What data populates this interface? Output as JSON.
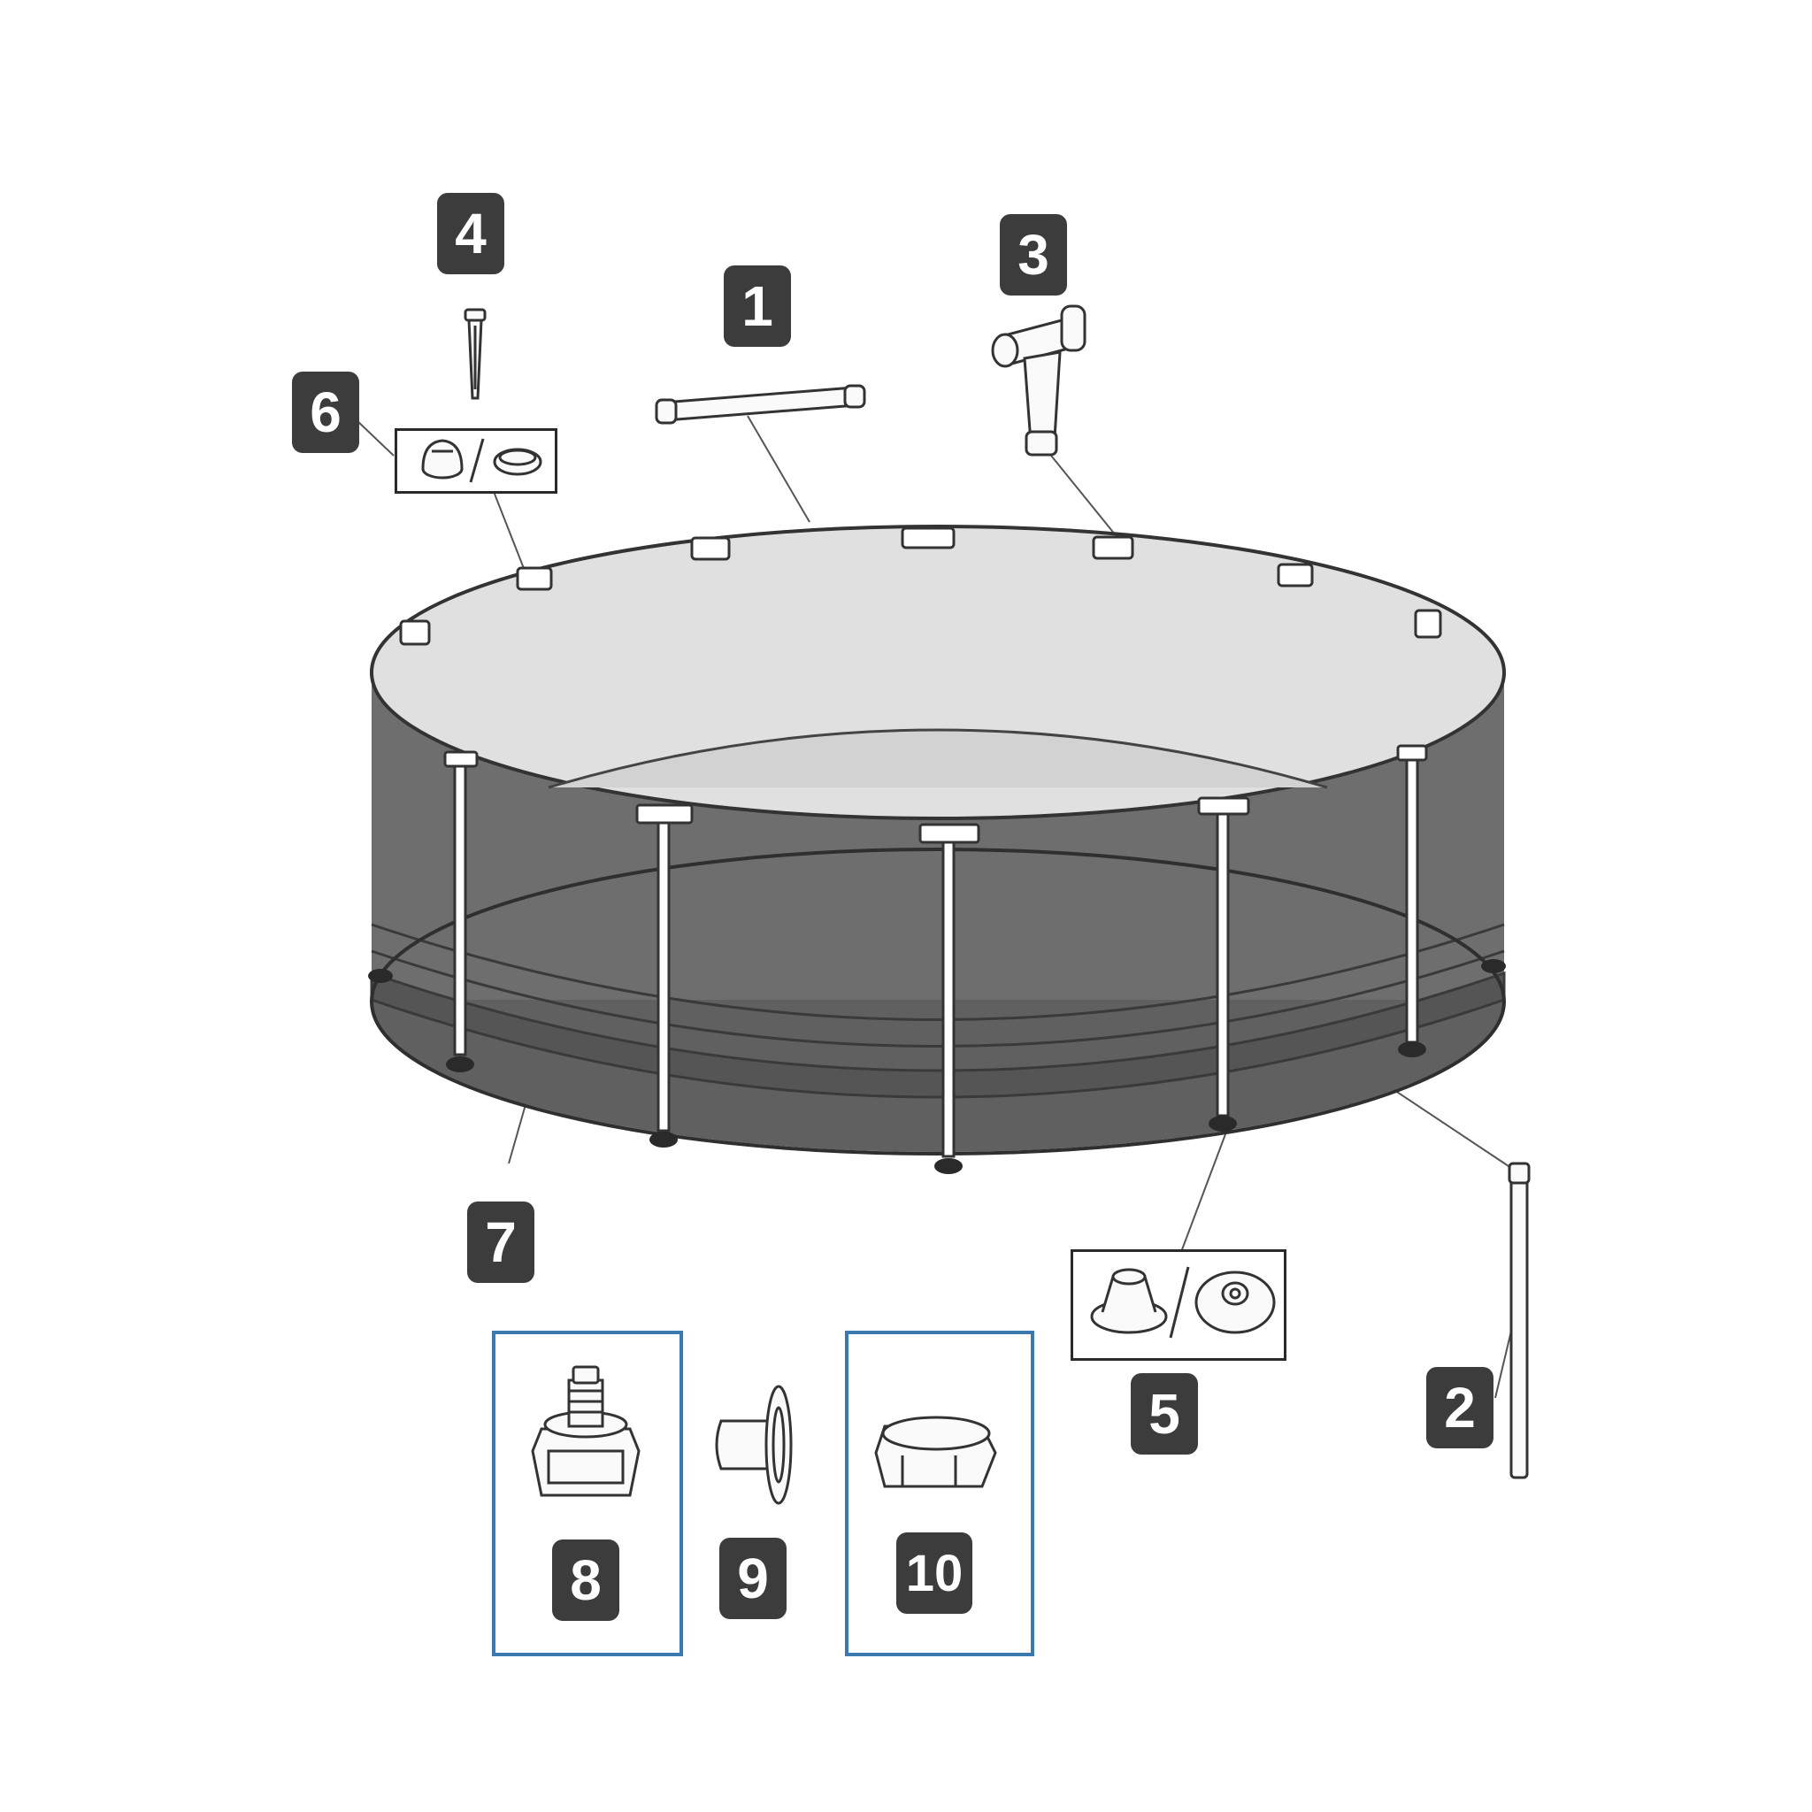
{
  "parts": [
    {
      "number": "1",
      "icon": "horizontal-beam-icon"
    },
    {
      "number": "2",
      "icon": "vertical-leg-icon"
    },
    {
      "number": "3",
      "icon": "t-connector-icon"
    },
    {
      "number": "4",
      "icon": "pin-icon"
    },
    {
      "number": "5",
      "icon": "leg-cap-icon"
    },
    {
      "number": "6",
      "icon": "joint-cap-icon"
    },
    {
      "number": "7",
      "icon": "pool-liner-icon"
    },
    {
      "number": "8",
      "icon": "drain-valve-icon"
    },
    {
      "number": "9",
      "icon": "plug-icon"
    },
    {
      "number": "10",
      "icon": "drain-cap-icon"
    }
  ],
  "highlighted_parts": [
    "8",
    "10"
  ],
  "colors": {
    "badge": "#3c3c3c",
    "wall": "#6e6e6e",
    "highlight": "#3a78b0",
    "floor": "#e8e8e8"
  }
}
